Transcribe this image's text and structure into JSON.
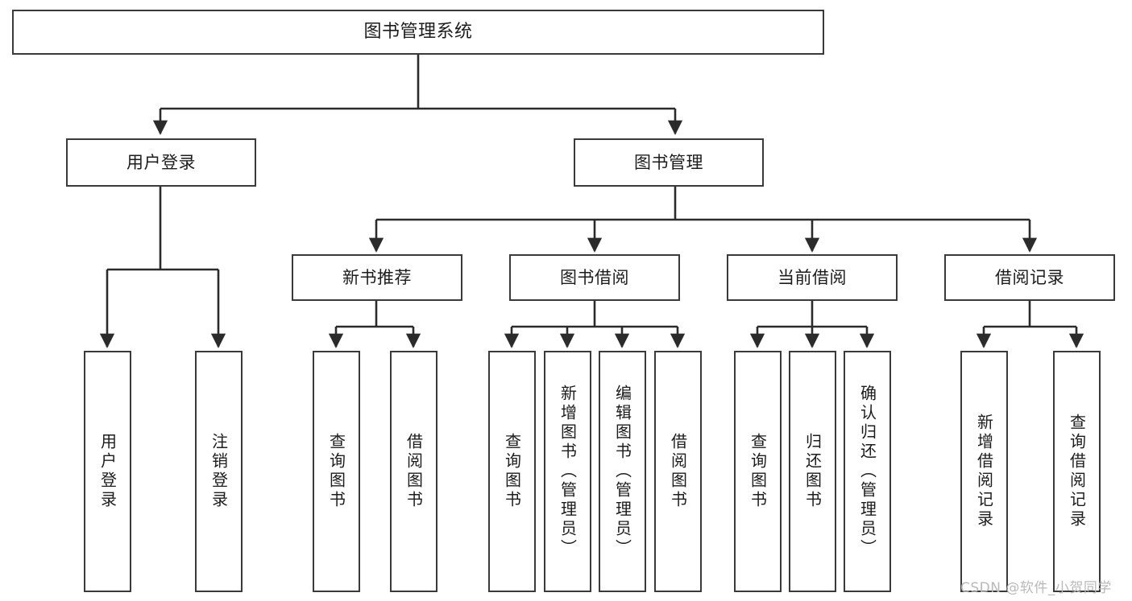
{
  "diagram": {
    "title": "图书管理系统",
    "watermark": "CSDN @软件_小贺同学",
    "colors": {
      "box_border": "#3a3a3a",
      "box_fill": "#ffffff",
      "edge": "#2b2b2b",
      "text": "#1c1c1c",
      "watermark": "#b9b9b9",
      "background": "#ffffff"
    },
    "root": {
      "label": "图书管理系统"
    },
    "level2": [
      {
        "id": "user-login",
        "label": "用户登录"
      },
      {
        "id": "book-management",
        "label": "图书管理"
      }
    ],
    "level3": [
      {
        "id": "new-book-recommend",
        "label": "新书推荐"
      },
      {
        "id": "book-borrow",
        "label": "图书借阅"
      },
      {
        "id": "current-borrow",
        "label": "当前借阅"
      },
      {
        "id": "borrow-record",
        "label": "借阅记录"
      }
    ],
    "leaves": {
      "user_login": [
        {
          "id": "leaf-user-login",
          "label": "用户登录"
        },
        {
          "id": "leaf-logout-login",
          "label": "注销登录"
        }
      ],
      "new_book_recommend": [
        {
          "id": "leaf-query-book-1",
          "label": "查询图书"
        },
        {
          "id": "leaf-borrow-book-1",
          "label": "借阅图书"
        }
      ],
      "book_borrow": [
        {
          "id": "leaf-query-book-2",
          "label": "查询图书"
        },
        {
          "id": "leaf-add-book-admin",
          "label": "新增图书（管理员）"
        },
        {
          "id": "leaf-edit-book-admin",
          "label": "编辑图书（管理员）"
        },
        {
          "id": "leaf-borrow-book-2",
          "label": "借阅图书"
        }
      ],
      "current_borrow": [
        {
          "id": "leaf-query-book-3",
          "label": "查询图书"
        },
        {
          "id": "leaf-return-book",
          "label": "归还图书"
        },
        {
          "id": "leaf-confirm-return-admin",
          "label": "确认归还（管理员）"
        }
      ],
      "borrow_record": [
        {
          "id": "leaf-add-borrow-record",
          "label": "新增借阅记录"
        },
        {
          "id": "leaf-query-borrow-record",
          "label": "查询借阅记录"
        }
      ]
    }
  }
}
